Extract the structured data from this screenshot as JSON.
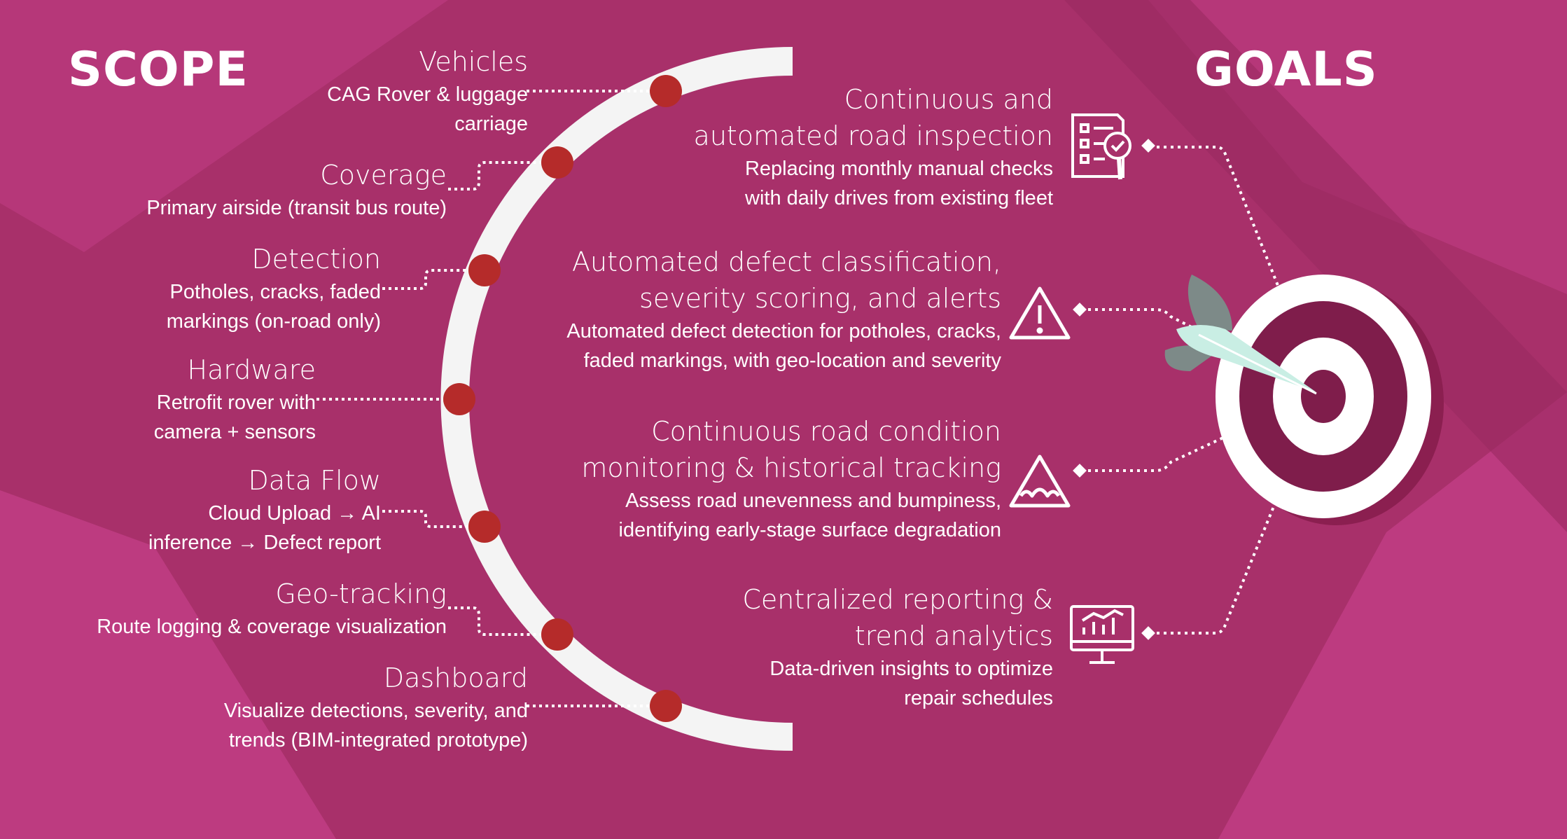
{
  "scope": {
    "heading": "SCOPE",
    "items": [
      {
        "title": "Vehicles",
        "desc": [
          "CAG Rover & luggage",
          "carriage"
        ]
      },
      {
        "title": "Coverage",
        "desc": [
          "Primary airside (transit bus route)"
        ]
      },
      {
        "title": "Detection",
        "desc": [
          "Potholes, cracks, faded",
          "markings (on-road only)"
        ]
      },
      {
        "title": "Hardware",
        "desc": [
          "Retrofit rover with",
          "camera + sensors"
        ]
      },
      {
        "title": "Data Flow",
        "desc": [
          "Cloud Upload → AI",
          "inference → Defect report"
        ]
      },
      {
        "title": "Geo-tracking",
        "desc": [
          "Route logging & coverage visualization"
        ]
      },
      {
        "title": "Dashboard",
        "desc": [
          "Visualize detections, severity, and",
          "trends (BIM-integrated prototype)"
        ]
      }
    ]
  },
  "goals": {
    "heading": "GOALS",
    "items": [
      {
        "title": [
          "Continuous and",
          "automated road inspection"
        ],
        "desc": [
          "Replacing monthly manual checks",
          "with daily drives from existing fleet"
        ],
        "icon": "checklist-search-icon"
      },
      {
        "title": [
          "Automated defect classification,",
          "severity scoring, and alerts"
        ],
        "desc": [
          "Automated defect detection for potholes, cracks,",
          "faded markings, with geo-location and severity"
        ],
        "icon": "warning-icon"
      },
      {
        "title": [
          "Continuous road condition",
          "monitoring & historical tracking"
        ],
        "desc": [
          "Assess road unevenness and bumpiness,",
          "identifying early-stage surface degradation"
        ],
        "icon": "bumpy-road-sign-icon"
      },
      {
        "title": [
          "Centralized reporting &",
          "trend analytics"
        ],
        "desc": [
          "Data-driven insights to optimize",
          "repair schedules"
        ],
        "icon": "analytics-monitor-icon"
      }
    ]
  },
  "colors": {
    "background": "#a8306a",
    "arc": "#f4f4f4",
    "dot": "#b52b2a",
    "target_dark": "#7f1d4b",
    "arrow": "#c9eee4"
  }
}
